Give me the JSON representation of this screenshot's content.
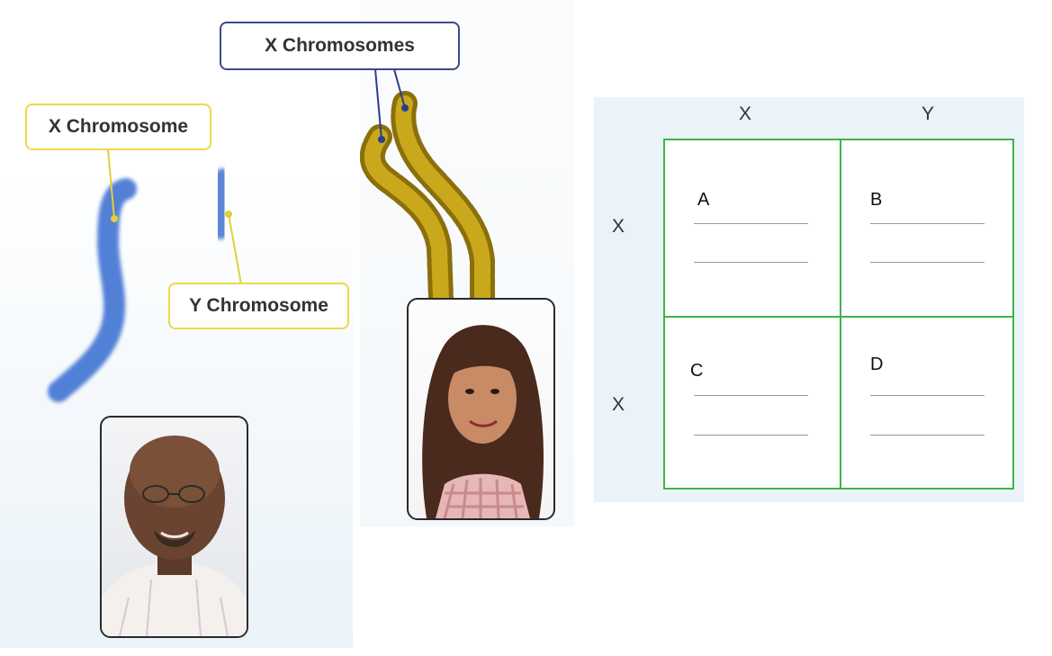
{
  "labels": {
    "x_chromosome": "X Chromosome",
    "y_chromosome": "Y Chromosome",
    "x_chromosomes": "X Chromosomes"
  },
  "punnett": {
    "top_headers": [
      "X",
      "Y"
    ],
    "side_headers": [
      "X",
      "X"
    ],
    "cells": [
      "A",
      "B",
      "C",
      "D"
    ]
  },
  "colors": {
    "yellow_label_border": "#ecd94a",
    "blue_label_border": "#3d4a8c",
    "male_chromosome": "#3f73d3",
    "female_chromosome": "#c2a216",
    "grid_border": "#3cb54a"
  }
}
